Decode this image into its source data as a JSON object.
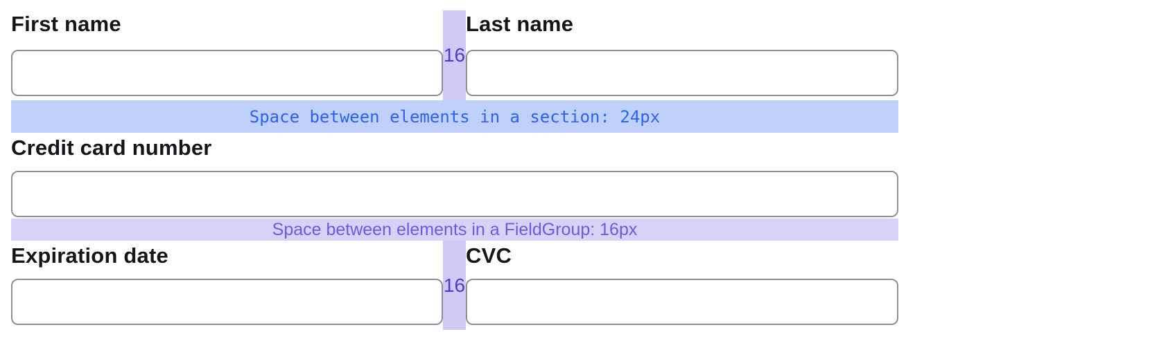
{
  "rows": {
    "name_row": {
      "fields": [
        {
          "label": "First name",
          "value": ""
        },
        {
          "label": "Last name",
          "value": ""
        }
      ],
      "gap_size_label": "16"
    },
    "card_row": {
      "field": {
        "label": "Credit card number",
        "value": ""
      }
    },
    "expiry_row": {
      "fields": [
        {
          "label": "Expiration date",
          "value": ""
        },
        {
          "label": "CVC",
          "value": ""
        }
      ],
      "gap_size_label": "16"
    }
  },
  "spacers": {
    "section": {
      "label": "Space between elements in a section: 24px"
    },
    "fieldgroup": {
      "label": "Space between elements in a FieldGroup: 16px"
    }
  },
  "colors": {
    "page_bg": "#ffffff",
    "section_spacer_bg": "#bfd1fb",
    "section_spacer_text": "#2d62f0",
    "fieldgroup_spacer_bg": "#d7d2f6",
    "fieldgroup_spacer_text": "#6a5ae6",
    "column_gap_bg": "#cfc9f3",
    "column_gap_text": "#4b3ad8",
    "input_border": "#8b8e98",
    "label_text": "#16161a"
  }
}
